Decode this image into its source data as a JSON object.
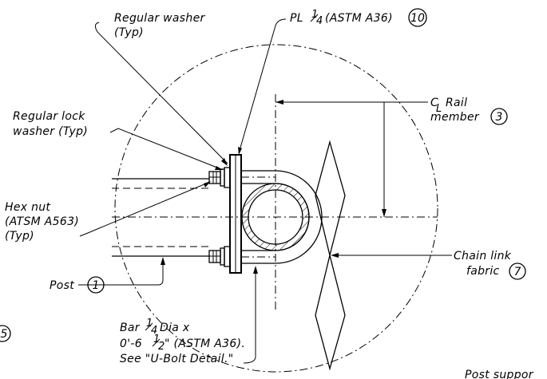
{
  "labels": {
    "regular_washer": "Regular washer",
    "regular_washer_typ": "(Typ)",
    "plate_text": "PL",
    "plate_frac_num": "1",
    "plate_frac_den": "4",
    "plate_spec": "(ASTM A36)",
    "plate_callout": "10",
    "rail_cl_symbol": "C",
    "rail_cl_sub": "L",
    "rail_text": "Rail",
    "rail_member": "member",
    "rail_callout": "3",
    "lock_washer_line1": "Regular lock",
    "lock_washer_line2": "washer (Typ)",
    "hex_nut_line1": "Hex nut",
    "hex_nut_line2": "(ATSM A563)",
    "hex_nut_line3": "(Typ)",
    "chain_link_line1": "Chain link",
    "chain_link_line2": "fabric",
    "chain_link_callout": "7",
    "post_text": "Post",
    "post_callout": "1",
    "bar_line1_a": "Bar",
    "bar_frac_num": "1",
    "bar_frac_den": "4",
    "bar_line1_b": "Dia x",
    "bar_line2_a": "0'-6",
    "bar_frac2_num": "1",
    "bar_frac2_den": "2",
    "bar_line2_b": "\" (ASTM A36).",
    "bar_line3": "See \"U-Bolt Detail.\"",
    "left_edge_callout": "5",
    "bottom_right_text": "Post suppor"
  }
}
